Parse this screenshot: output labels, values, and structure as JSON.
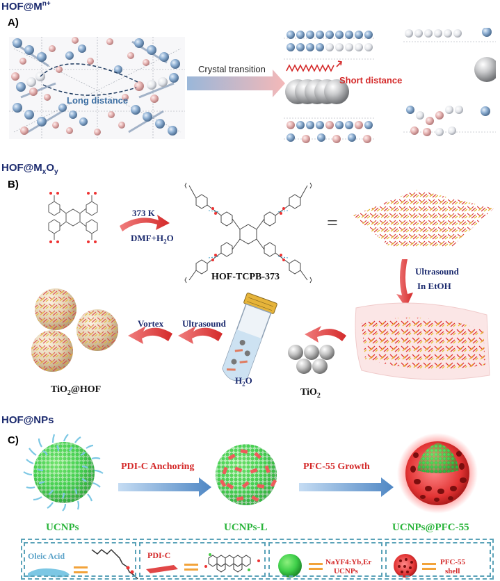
{
  "sections": {
    "a": {
      "title": "HOF@M",
      "title_sup": "n+",
      "label": "A)"
    },
    "b": {
      "title_main": "HOF@M",
      "title_x": "x",
      "title_o": "O",
      "title_y": "y",
      "label": "B)"
    },
    "c": {
      "title": "HOF@NPs",
      "label": "C)"
    }
  },
  "panel_a": {
    "long_distance": "Long distance",
    "transition": "Crystal transition",
    "short_distance": "Short distance"
  },
  "panel_b": {
    "temperature": "373 K",
    "solvent_main": "DMF+H",
    "solvent_sub": "2",
    "solvent_tail": "O",
    "product": "HOF-TCPB-373",
    "equals": "=",
    "ultrasound_ethanol_1": "Ultrasound",
    "ultrasound_ethanol_2": "In EtOH",
    "vortex": "Vortex",
    "ultrasound": "Ultrasound",
    "water_main": "H",
    "water_sub": "2",
    "water_tail": "O",
    "tio2_main": "TiO",
    "tio2_sub": "2",
    "composite_main": "TiO",
    "composite_sub": "2",
    "composite_tail": "@HOF"
  },
  "panel_c": {
    "step1": "PDI-C Anchoring",
    "step2": "PFC-55 Growth",
    "ucnps": "UCNPs",
    "ucnps_l": "UCNPs-L",
    "ucnps_pfc": "UCNPs@PFC-55",
    "legend": {
      "oleic": "Oleic Acid",
      "pdi": "PDI-C",
      "nayf_1": "NaYF4:Yb,Er",
      "nayf_2": "UCNPs",
      "pfc_1": "PFC-55",
      "pfc_2": "shell"
    }
  },
  "colors": {
    "title_navy": "#1b2a6e",
    "green_label": "#29b43a",
    "red_arrow": "#d42a2a",
    "blue_arrow": "#5b8fc9",
    "ball_blue": "#7fa3c8",
    "ball_pink": "#e3b4b4",
    "legend_border": "#5aa2b8"
  }
}
